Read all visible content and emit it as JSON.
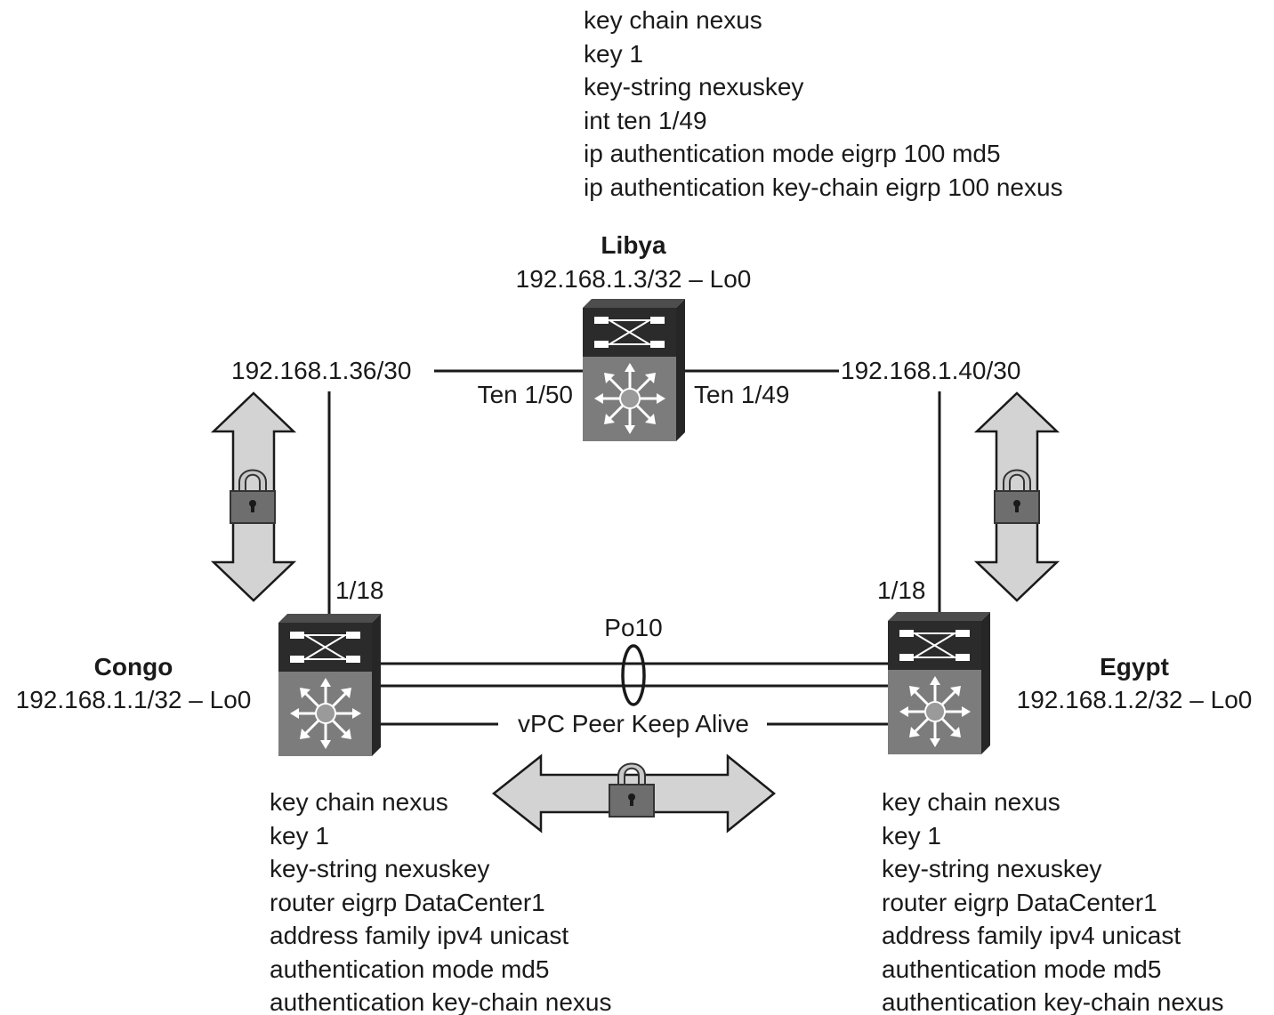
{
  "libya": {
    "name": "Libya",
    "address": "192.168.1.3/32 – Lo0",
    "config": [
      "key chain nexus",
      "key 1",
      "key-string nexuskey",
      "int ten 1/49",
      "ip authentication mode eigrp 100 md5",
      "ip authentication key-chain eigrp 100 nexus"
    ],
    "port_left": "Ten 1/50",
    "port_right": "Ten 1/49"
  },
  "congo": {
    "name": "Congo",
    "address": "192.168.1.1/32 – Lo0",
    "port": "1/18",
    "config": [
      "key chain nexus",
      "key 1",
      "key-string nexuskey",
      "router eigrp DataCenter1",
      "address family ipv4 unicast",
      "authentication mode md5",
      "authentication key-chain nexus"
    ]
  },
  "egypt": {
    "name": "Egypt",
    "address": "192.168.1.2/32 – Lo0",
    "port": "1/18",
    "config": [
      "key chain nexus",
      "key 1",
      "key-string nexuskey",
      "router eigrp DataCenter1",
      "address family ipv4 unicast",
      "authentication mode md5",
      "authentication key-chain nexus"
    ]
  },
  "links": {
    "left_subnet": "192.168.1.36/30",
    "right_subnet": "192.168.1.40/30",
    "port_channel": "Po10",
    "keepalive": "vPC Peer Keep Alive"
  },
  "icons": [
    "nexus-switch-icon",
    "double-arrow-icon",
    "padlock-icon"
  ]
}
